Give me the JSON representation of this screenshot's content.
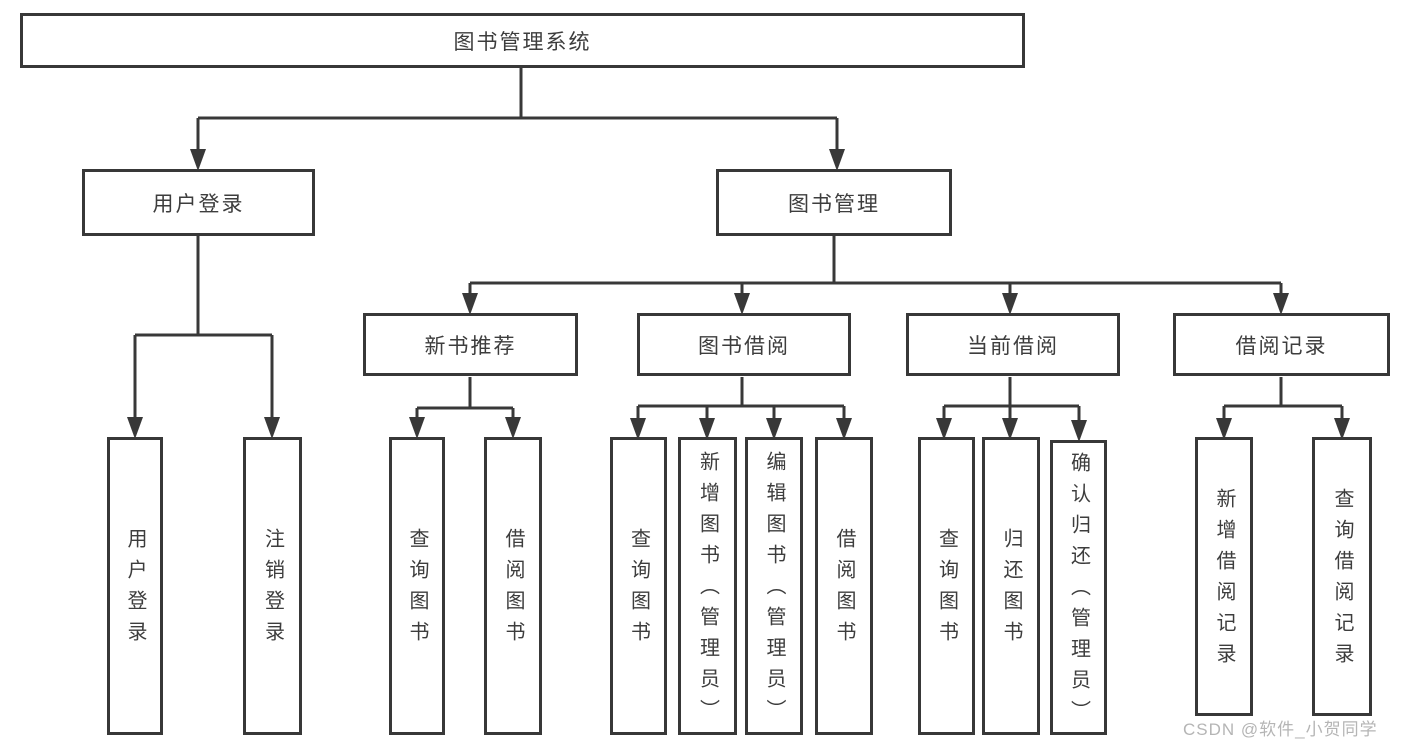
{
  "diagram": {
    "root": {
      "label": "图书管理系统"
    },
    "branches": [
      {
        "label": "用户登录",
        "children": [
          {
            "label": "用户登录"
          },
          {
            "label": "注销登录"
          }
        ]
      },
      {
        "label": "图书管理",
        "children": [
          {
            "label": "新书推荐",
            "children": [
              {
                "label": "查询图书"
              },
              {
                "label": "借阅图书"
              }
            ]
          },
          {
            "label": "图书借阅",
            "children": [
              {
                "label": "查询图书"
              },
              {
                "label": "新增图书（管理员）"
              },
              {
                "label": "编辑图书（管理员）"
              },
              {
                "label": "借阅图书"
              }
            ]
          },
          {
            "label": "当前借阅",
            "children": [
              {
                "label": "查询图书"
              },
              {
                "label": "归还图书"
              },
              {
                "label": "确认归还（管理员）"
              }
            ]
          },
          {
            "label": "借阅记录",
            "children": [
              {
                "label": "新增借阅记录"
              },
              {
                "label": "查询借阅记录"
              }
            ]
          }
        ]
      }
    ],
    "watermark": "CSDN @软件_小贺同学",
    "colors": {
      "line": "#383838",
      "text": "#3d3d3d",
      "watermark": "#b5b5b5",
      "background": "#ffffff"
    }
  }
}
